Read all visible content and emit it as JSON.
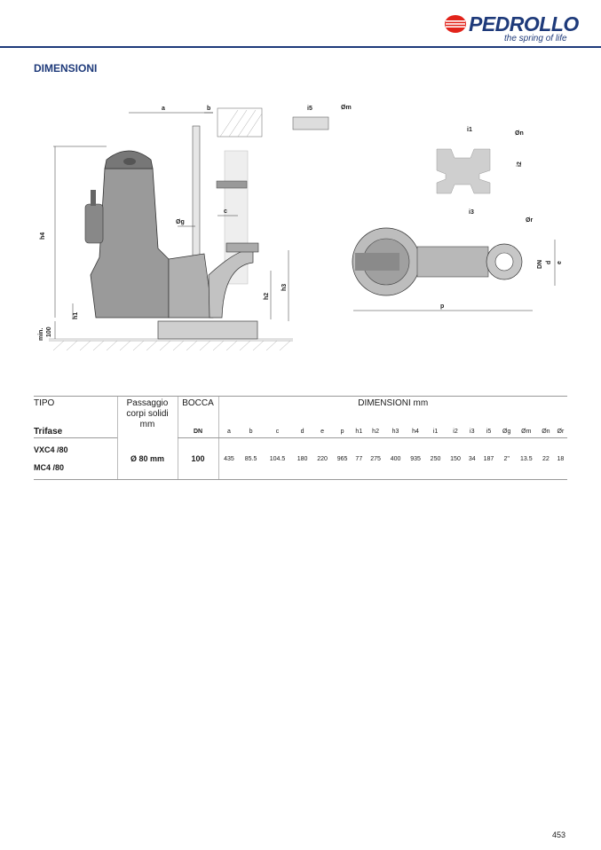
{
  "brand": {
    "name": "PEDROLLO",
    "tagline": "the spring of life",
    "color": "#1e3a7a",
    "mark_color": "#e2231a"
  },
  "section_title": "DIMENSIONI",
  "drawing": {
    "labels": {
      "a": "a",
      "b": "b",
      "c": "c",
      "g": "Øg",
      "h1": "h1",
      "h2": "h2",
      "h3": "h3",
      "h4": "h4",
      "min": "min.",
      "min_val": "100",
      "i1": "i1",
      "i2": "i2",
      "i3": "i3",
      "i5": "i5",
      "m": "Øm",
      "n": "Øn",
      "r": "Ør",
      "p": "p",
      "DN": "DN",
      "d": "d",
      "e": "e"
    }
  },
  "table": {
    "header": {
      "tipo": "TIPO",
      "passaggio_l1": "Passaggio",
      "passaggio_l2": "corpi solidi",
      "passaggio_unit": "mm",
      "bocca": "BOCCA",
      "bocca_sub": "DN",
      "dimensioni": "DIMENSIONI mm",
      "trifase": "Trifase",
      "columns": [
        "a",
        "b",
        "c",
        "d",
        "e",
        "p",
        "h1",
        "h2",
        "h3",
        "h4",
        "i1",
        "i2",
        "i3",
        "i5",
        "Øg",
        "Øm",
        "Øn",
        "Ør"
      ]
    },
    "models": [
      "VXC4 /80",
      "MC4 /80"
    ],
    "passaggio_value": "Ø 80 mm",
    "bocca_value": "100",
    "values": [
      "435",
      "85.5",
      "104.5",
      "180",
      "220",
      "965",
      "77",
      "275",
      "400",
      "935",
      "250",
      "150",
      "34",
      "187",
      "2\"",
      "13.5",
      "22",
      "18"
    ]
  },
  "page_number": "453"
}
